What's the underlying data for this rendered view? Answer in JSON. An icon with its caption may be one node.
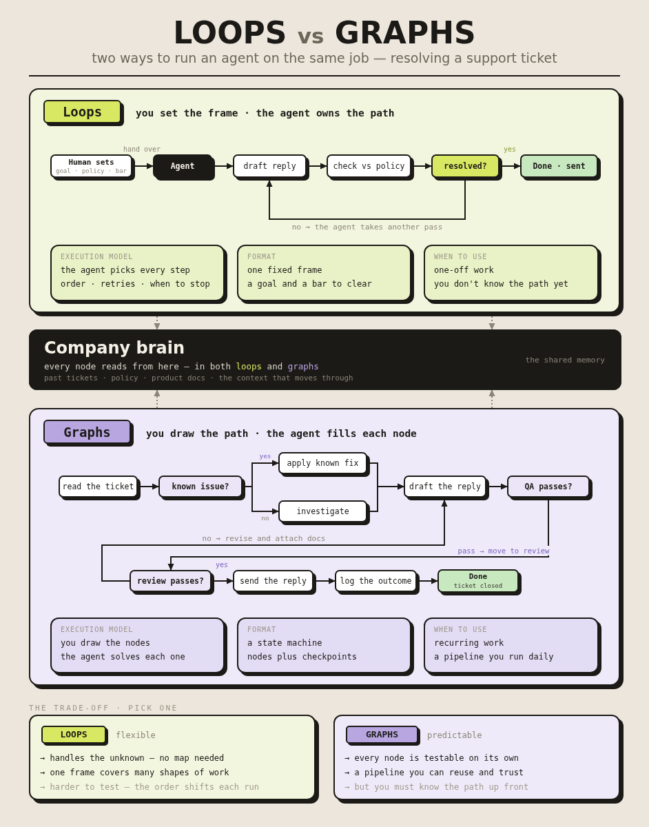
{
  "diagram": {
    "title": "LOOPS vs GRAPHS",
    "nodes": [
      {
        "text": [
          "you set the frame · the agent owns the path"
        ]
      },
      {
        "text": [
          "Loops"
        ],
        "in": 0
      },
      {
        "text": [
          "Human sets",
          "goal · policy · bar"
        ],
        "in": 0
      },
      {
        "text": [
          "Agent"
        ],
        "in": 0
      },
      {
        "text": [
          "draft reply"
        ],
        "in": 0
      },
      {
        "text": [
          "check vs policy"
        ],
        "in": 0
      },
      {
        "text": [
          "resolved?"
        ],
        "in": 0
      },
      {
        "text": [
          "Done · sent"
        ],
        "in": 0
      },
      {
        "text": [
          "EXECUTION MODEL",
          "the agent picks every step",
          "order · retries · when to stop"
        ],
        "in": 0
      },
      {
        "text": [
          "FORMAT",
          "one fixed frame",
          "a goal and a bar to clear"
        ],
        "in": 0
      },
      {
        "text": [
          "WHEN TO USE",
          "one-off work",
          "you don't know the path yet"
        ],
        "in": 0
      },
      {
        "text": [
          "Company brain",
          "every node reads from here — in both *loops* and *graphs*",
          "past tickets · policy · product docs · the context that moves through",
          "the shared memory"
        ]
      },
      {
        "text": [
          "you draw the path · the agent fills each node"
        ]
      },
      {
        "text": [
          "Graphs"
        ],
        "in": 12
      },
      {
        "text": [
          "read the ticket"
        ],
        "in": 12
      },
      {
        "text": [
          "known issue?"
        ],
        "in": 12
      },
      {
        "text": [
          "apply known fix"
        ],
        "in": 12
      },
      {
        "text": [
          "investigate"
        ],
        "in": 12
      },
      {
        "text": [
          "draft the reply"
        ],
        "in": 12
      },
      {
        "text": [
          "QA passes?"
        ],
        "in": 12
      },
      {
        "text": [
          "review passes?"
        ],
        "in": 12
      },
      {
        "text": [
          "send the reply"
        ],
        "in": 12
      },
      {
        "text": [
          "log the outcome"
        ],
        "in": 12
      },
      {
        "text": [
          "Done",
          "ticket closed"
        ],
        "in": 12
      },
      {
        "text": [
          "EXECUTION MODEL",
          "you draw the nodes",
          "the agent solves each one"
        ],
        "in": 12
      },
      {
        "text": [
          "FORMAT",
          "a state machine",
          "nodes plus checkpoints"
        ],
        "in": 12
      },
      {
        "text": [
          "WHEN TO USE",
          "recurring work",
          "a pipeline you run daily"
        ],
        "in": 12
      },
      {
        "text": [
          "flexible",
          "→ handles the unknown — no map needed",
          "→ one frame covers many shapes of work",
          "→ harder to test — the order shifts each run"
        ]
      },
      {
        "text": [
          "LOOPS"
        ],
        "in": 27
      },
      {
        "text": [
          "predictable",
          "→ every node is testable on its own",
          "→ a pipeline you can reuse and trust",
          "→ but you must know the path up front"
        ]
      },
      {
        "text": [
          "GRAPHS"
        ],
        "in": 29
      }
    ],
    "edges": [
      {
        "from": 2,
        "to": 3,
        "arrow": "to",
        "label": "hand over"
      },
      {
        "from": 3,
        "to": 4,
        "arrow": "to"
      },
      {
        "from": 4,
        "to": 5,
        "arrow": "to"
      },
      {
        "from": 5,
        "to": 6,
        "arrow": "to"
      },
      {
        "from": 6,
        "to": 7,
        "arrow": "to",
        "label": "yes"
      },
      {
        "from": 6,
        "to": 4,
        "arrow": "to",
        "label": "no → the agent takes another pass"
      },
      {
        "from": 0,
        "to": 11,
        "arrow": "to",
        "style": "dashed",
        "color": "#8a8578"
      },
      {
        "from": 0,
        "to": 11,
        "arrow": "to",
        "style": "dashed",
        "color": "#8a8578"
      },
      {
        "from": 12,
        "to": 11,
        "arrow": "to",
        "style": "dashed",
        "color": "#8a8578"
      },
      {
        "from": 12,
        "to": 11,
        "arrow": "to",
        "style": "dashed",
        "color": "#8a8578"
      },
      {
        "from": 14,
        "to": 15,
        "arrow": "to"
      },
      {
        "from": 15,
        "to": 16,
        "arrow": "to",
        "label": "yes"
      },
      {
        "from": 15,
        "to": 17,
        "arrow": "to",
        "label": "no"
      },
      {
        "from": 16,
        "to": 18,
        "arrow": "to"
      },
      {
        "from": 17,
        "to": 18,
        "arrow": "to"
      },
      {
        "from": 18,
        "to": 19,
        "arrow": "to"
      },
      {
        "from": 19,
        "to": 20,
        "arrow": "to",
        "label": "pass → move to review"
      },
      {
        "from": 20,
        "to": 18,
        "arrow": "to",
        "label": "no → revise and attach docs"
      },
      {
        "from": 20,
        "to": 21,
        "arrow": "to",
        "label": "yes"
      },
      {
        "from": 21,
        "to": 22,
        "arrow": "to"
      },
      {
        "from": 22,
        "to": 23,
        "arrow": "to"
      }
    ],
    "labels": [
      "two ways to run an agent on the same job — resolving a support ticket",
      "THE TRADE-OFF · PICK ONE"
    ]
  }
}
